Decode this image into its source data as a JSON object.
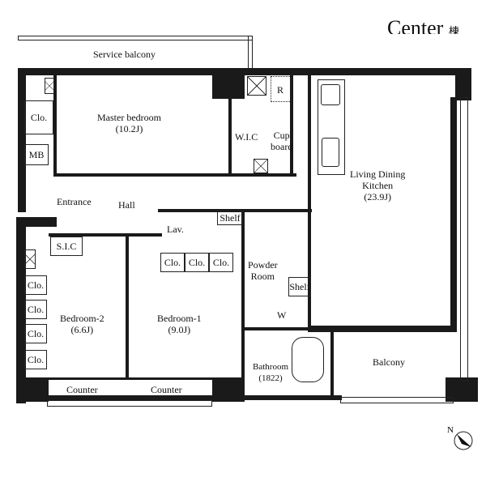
{
  "header": {
    "building": "Center",
    "suffix": "棟"
  },
  "rooms": {
    "service_balcony": "Service balcony",
    "master_bedroom": "Master bedroom",
    "master_size": "(10.2J)",
    "ldk": "Living Dining",
    "ldk2": "Kitchen",
    "ldk_size": "(23.9J)",
    "wic": "W.I.C",
    "cupboard1": "Cup",
    "cupboard2": "board",
    "fridge": "R",
    "mb": "MB",
    "entrance": "Entrance",
    "hall": "Hall",
    "lav": "Lav.",
    "shelf": "Shelf",
    "sic": "S.I.C",
    "powder1": "Powder",
    "powder2": "Room",
    "shelf2": "Shelf",
    "washer": "W",
    "bedroom2": "Bedroom-2",
    "bedroom2_size": "(6.6J)",
    "bedroom1": "Bedroom-1",
    "bedroom1_size": "(9.0J)",
    "bathroom": "Bathroom",
    "bathroom_size": "(1822)",
    "balcony": "Balcony",
    "counter": "Counter",
    "closet": "Clo.",
    "north": "N"
  }
}
